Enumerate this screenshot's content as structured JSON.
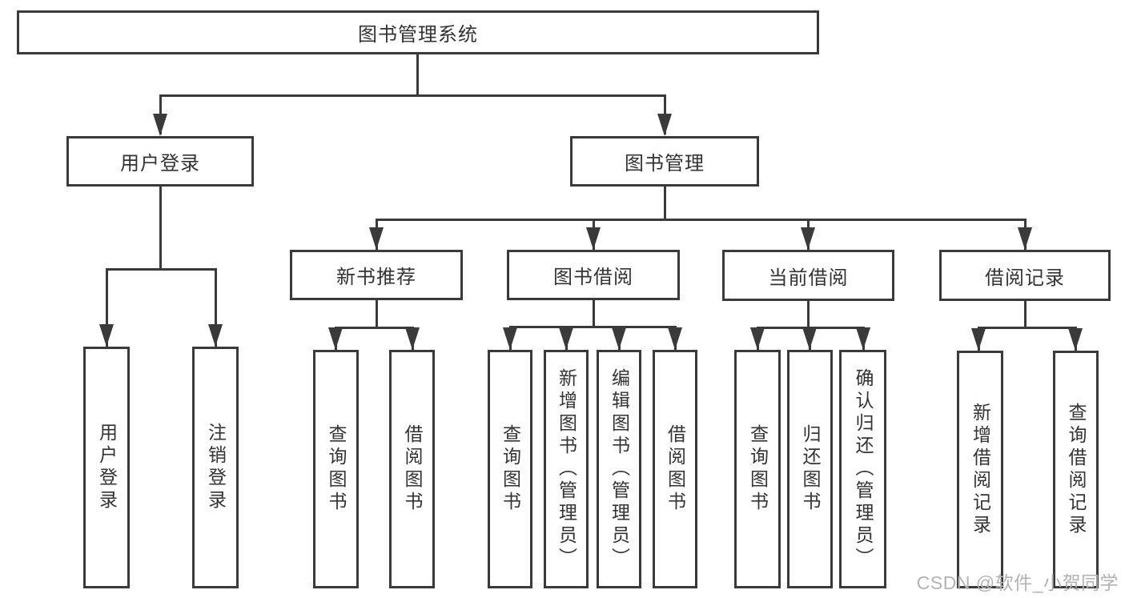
{
  "diagram": {
    "root": {
      "label": "图书管理系统"
    },
    "level2": [
      {
        "label": "用户登录"
      },
      {
        "label": "图书管理"
      }
    ],
    "level3": [
      {
        "label": "新书推荐"
      },
      {
        "label": "图书借阅"
      },
      {
        "label": "当前借阅"
      },
      {
        "label": "借阅记录"
      }
    ],
    "leaves": {
      "user_login": [
        "用户登录",
        "注销登录"
      ],
      "new_books": [
        "查询图书",
        "借阅图书"
      ],
      "book_borrow": [
        "查询图书",
        "新增图书（管理员）",
        "编辑图书（管理员）",
        "借阅图书"
      ],
      "current_borrow": [
        "查询图书",
        "归还图书",
        "确认归还（管理员）"
      ],
      "borrow_records": [
        "新增借阅记录",
        "查询借阅记录"
      ]
    },
    "watermark": "CSDN @软件_小贺同学",
    "colors": {
      "line": "#3a3a3a",
      "text": "#333333",
      "watermark": "#b3b3b3",
      "box_fill": "#ffffff"
    }
  }
}
